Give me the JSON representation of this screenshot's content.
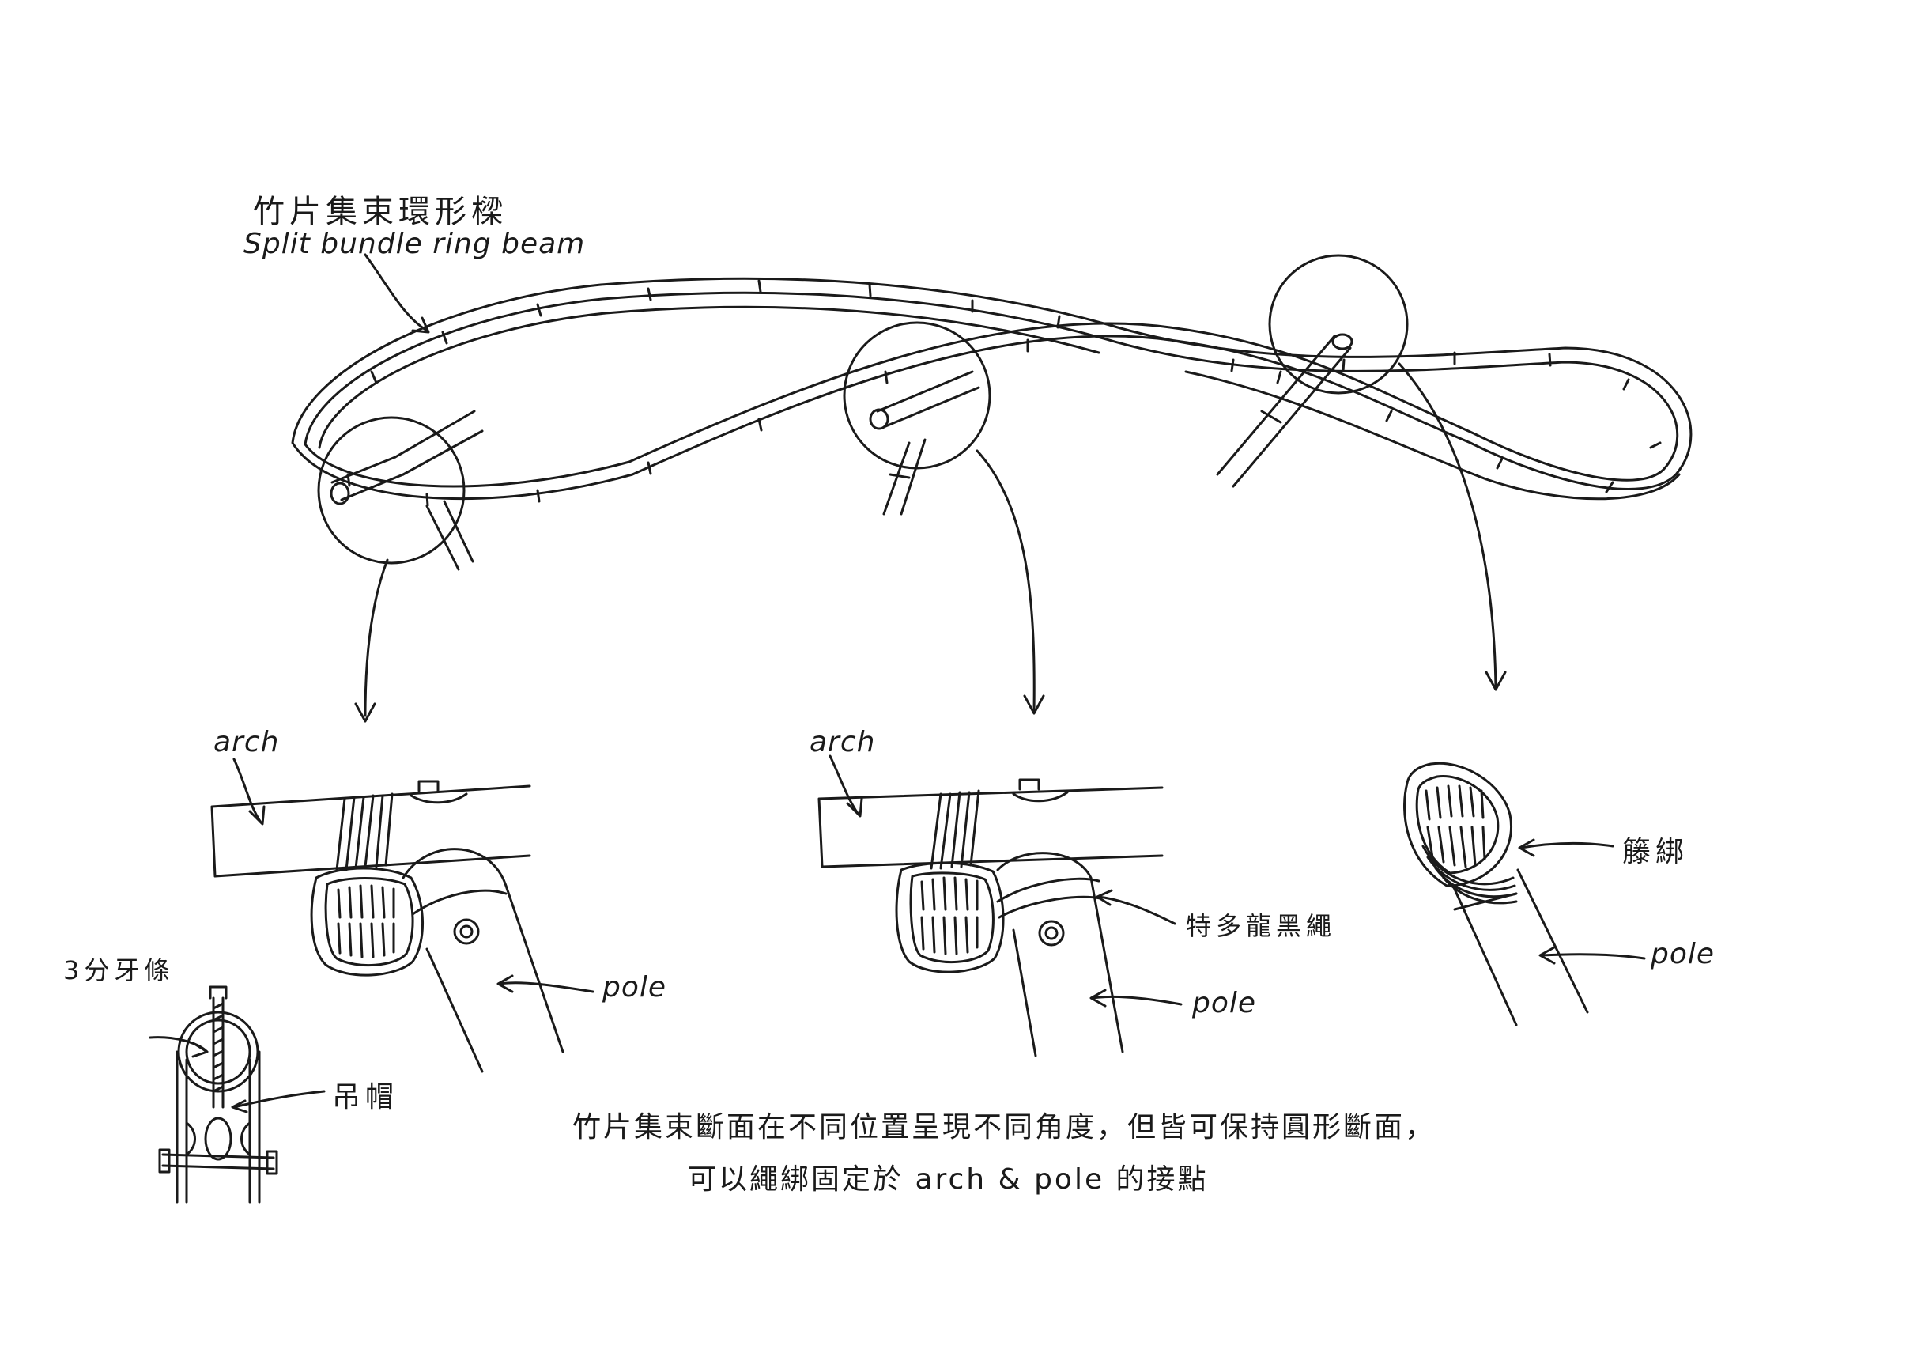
{
  "diagram": {
    "title": {
      "zh": "竹片集束環形樑",
      "en": "Split bundle ring beam"
    },
    "details": [
      {
        "arch_label": "arch",
        "pole_label": "pole",
        "bolt_label": "3分牙條",
        "nut_label": "吊帽"
      },
      {
        "arch_label": "arch",
        "pole_label": "pole",
        "rope_label": "特多龍黑繩"
      },
      {
        "pole_label": "pole",
        "binding_label": "籐綁"
      }
    ],
    "caption": {
      "line1": "竹片集束斷面在不同位置呈現不同角度，但皆可保持圓形斷面，",
      "line2": "可以繩綁固定於 arch & pole 的接點"
    },
    "colors": {
      "ink": "#1a1a1a",
      "paper": "#ffffff"
    }
  }
}
